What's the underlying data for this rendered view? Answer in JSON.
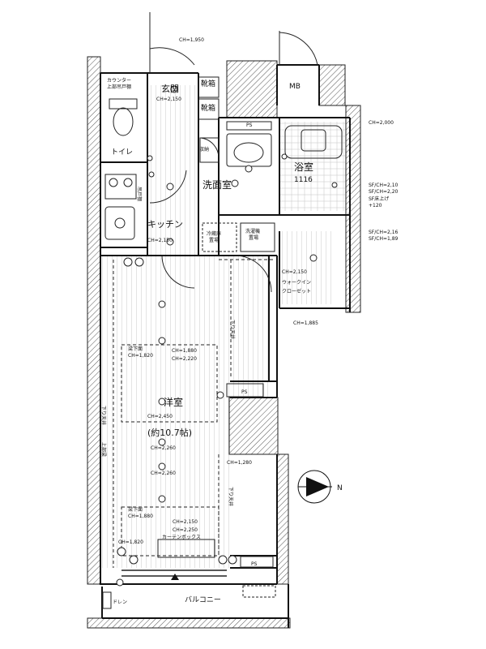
{
  "rooms": {
    "genkan": "玄関",
    "toilet": "トイレ",
    "counter_line1": "カウンター",
    "counter_line2": "上部吊戸棚",
    "ch_genkan": "CH=2,150",
    "kitchen": "キッチン",
    "ch_kitchen": "CH=2,150",
    "kitchen_shelf": "吊戸棚",
    "senmen": "洗面室",
    "bath_line1": "浴室",
    "bath_line2": "1116",
    "shoe1": "靴箱",
    "shoe2": "靴箱",
    "storage": "収納",
    "refrig_line1": "冷蔵庫",
    "refrig_line2": "置場",
    "washer_line1": "洗濯機",
    "washer_line2": "置場",
    "wic_ch": "CH=2,150",
    "wic_line1": "ウォークイン",
    "wic_line2": "クローゼット",
    "youshitsu": "洋室",
    "youshitsu_size": "(約10.7帖)",
    "balcony": "バルコニー",
    "mb": "MB",
    "ps_top": "PS",
    "ps_mid": "PS",
    "ps_bottom": "PS"
  },
  "dimensions": {
    "ch_door": "CH=1,950",
    "ch_bath": "CH=2,000",
    "bath_note_1": "SF/CH=2,10",
    "bath_note_2": "SF/CH=2,20",
    "bath_note_3": "SF床上げ",
    "bath_note_4": "+120",
    "wic_note_1": "SF/CH=2,16",
    "wic_note_2": "SF/CH=1,89",
    "ch_outer": "CH=1,885",
    "beam_left_1": "梁下面",
    "beam_left_2": "CH=1,820",
    "ch_mid_1": "CH=1,880",
    "ch_mid_2": "CH=2,220",
    "ch_room_1": "CH=2,450",
    "ch_room_2": "CH=2,260",
    "ch_room_3": "CH=2,260",
    "beam_left_3": "梁下面",
    "beam_left_4": "CH=1,880",
    "ch_lower_1": "CH=2,150",
    "ch_lower_2": "CH=2,250",
    "ch_lower_3": "CH=1,820",
    "curtain_box": "カーテンボックス",
    "ch_right": "CH=1,280",
    "downlight_right_1": "下り天井",
    "downlight_right_2": "下り天井",
    "downlight_left_1": "下り天井",
    "downlight_left_2": "上部梁",
    "drain": "ドレン"
  },
  "compass": {
    "north": "N"
  }
}
